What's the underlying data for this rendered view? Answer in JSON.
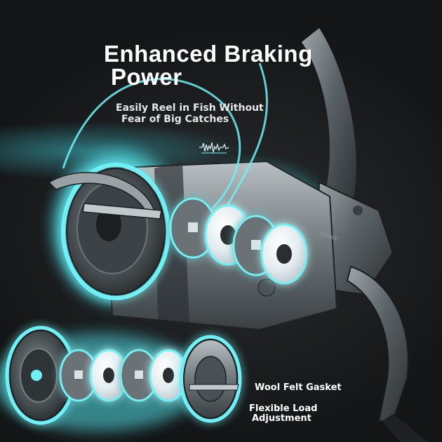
{
  "headline": {
    "line1": "Enhanced Braking",
    "line2": "Power"
  },
  "subheadline": {
    "line1": "Easily Reel in Fish Without",
    "line2": "Fear of Big Catches"
  },
  "features": [
    {
      "label": "Wool Felt Gasket"
    },
    {
      "label_line1": "Flexible Load",
      "label_line2": "Adjustment"
    }
  ],
  "colors": {
    "background": "#1b1d1e",
    "glow": "#5fe0e6",
    "text": "#ffffff",
    "washer": "#dfe9ec"
  },
  "icons": [
    "waveform-logo-icon"
  ]
}
